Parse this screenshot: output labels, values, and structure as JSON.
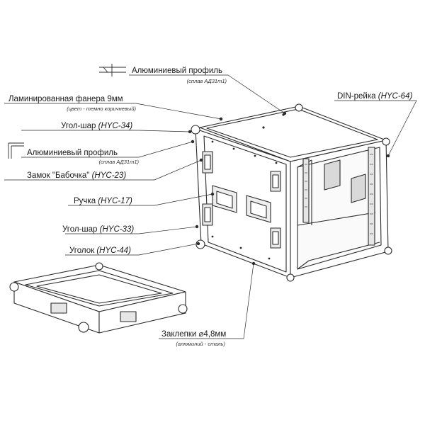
{
  "labels": [
    {
      "id": "alu_profile_top",
      "name": "Алюминиевый профиль",
      "code": "",
      "sub": "(сплав АД31т1)"
    },
    {
      "id": "plywood",
      "name": "Ламинированная фанера 9мм",
      "code": "",
      "sub": "(цвет - темно коричневый)"
    },
    {
      "id": "corner_ball_34",
      "name": "Угол-шар",
      "code": "(HYC-34)",
      "sub": ""
    },
    {
      "id": "alu_profile_angle",
      "name": "Алюминиевый профиль",
      "code": "",
      "sub": "(сплав АД31т1)"
    },
    {
      "id": "butterfly_lock",
      "name": "Замок \"Бабочка\"",
      "code": "(HYC-23)",
      "sub": ""
    },
    {
      "id": "handle",
      "name": "Ручка",
      "code": "(HYC-17)",
      "sub": ""
    },
    {
      "id": "corner_ball_33",
      "name": "Угол-шар",
      "code": "(HYC-33)",
      "sub": ""
    },
    {
      "id": "corner_44",
      "name": "Уголок",
      "code": "(HYC-44)",
      "sub": ""
    },
    {
      "id": "din_rail",
      "name": "DIN-рейка",
      "code": "(HYC-64)",
      "sub": ""
    },
    {
      "id": "rivets",
      "name": "Заклепки",
      "code": "⌀4,8мм",
      "sub": "(алюминий - сталь)"
    }
  ],
  "colors": {
    "line": "#2a2a2a",
    "panel": "#ffffff",
    "shade": "#d9d9d9"
  }
}
